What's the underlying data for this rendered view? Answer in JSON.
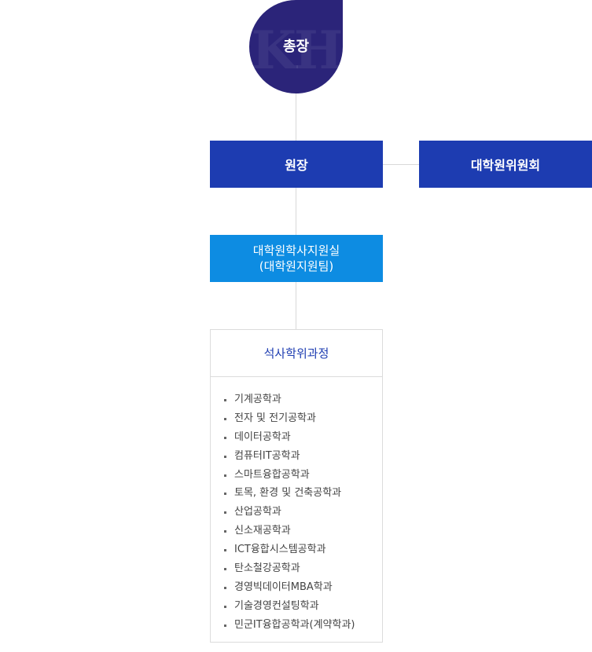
{
  "president": {
    "title": "총장",
    "logo_text": "KH"
  },
  "dean": {
    "title": "원장"
  },
  "committee": {
    "title": "대학원위원회"
  },
  "office": {
    "line1": "대학원학사지원실",
    "line2": "(대학원지원팀)"
  },
  "program": {
    "title": "석사학위과정",
    "departments": [
      "기계공학과",
      "전자 및 전기공학과",
      "데이터공학과",
      "컴퓨터IT공학과",
      "스마트융합공학과",
      "토목, 환경 및 건축공학과",
      "산업공학과",
      "신소재공학과",
      "ICT융합시스템공학과",
      "탄소철강공학과",
      "경영빅데이터MBA학과",
      "기술경영컨설팅학과",
      "민군IT융합공학과(계약학과)"
    ]
  },
  "colors": {
    "president": "#2b2479",
    "primary": "#1d3cb1",
    "office": "#0d8ce2",
    "line": "#d9d9d9"
  }
}
